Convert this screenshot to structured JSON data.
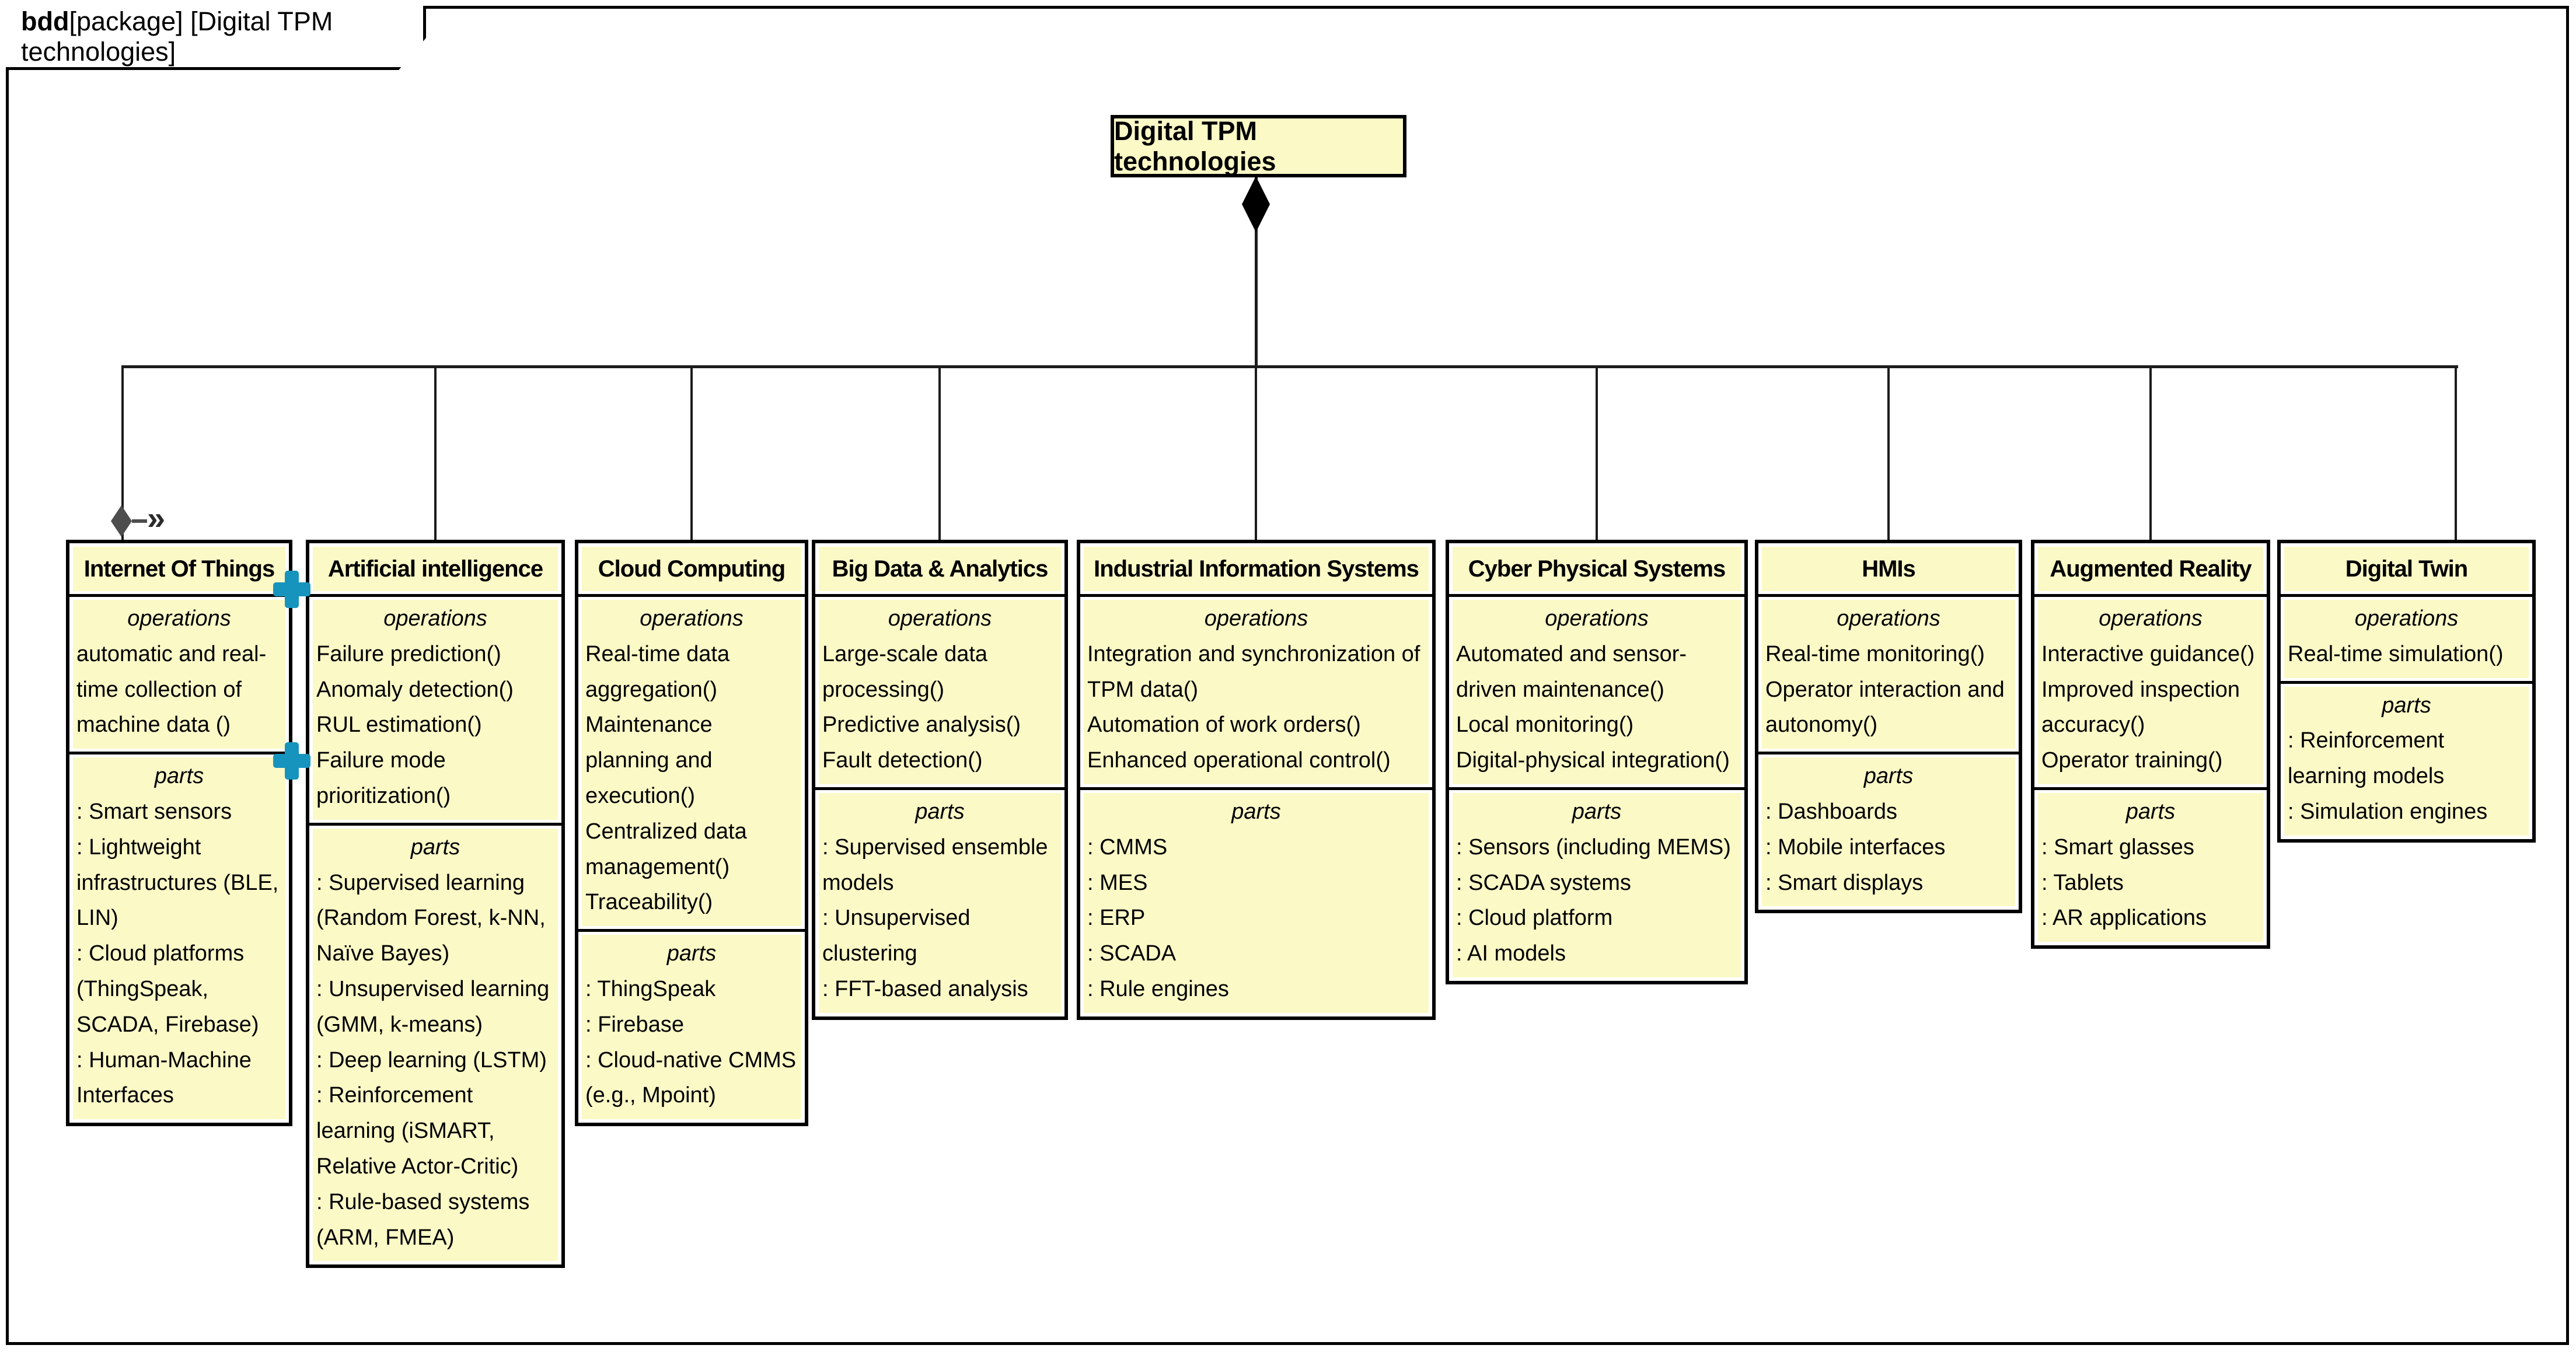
{
  "frame": {
    "keyword": "bdd",
    "kind": "[package]",
    "name": "[Digital TPM technologies]"
  },
  "root": {
    "title": "Digital TPM technologies"
  },
  "section_labels": {
    "operations": "operations",
    "parts": "parts"
  },
  "icons": {
    "composition-diamond": "filled diamond",
    "shared-aggregation-diamond": "gray diamond",
    "navigable-arrow": "»",
    "expand-plus": "+"
  },
  "colors": {
    "block_fill": "#FBF9C6",
    "border": "#000000",
    "connector": "#1c1c1c",
    "teal_plus": "#1794BE",
    "gray_marker": "#4d4d4d"
  },
  "blocks": [
    {
      "name": "Internet Of Things",
      "operations": [
        "automatic and real-time collection of machine data ()"
      ],
      "parts": [
        ": Smart sensors",
        ": Lightweight infrastructures (BLE, LIN)",
        ": Cloud platforms (ThingSpeak, SCADA, Firebase)",
        ": Human-Machine Interfaces"
      ]
    },
    {
      "name": "Artificial intelligence",
      "operations": [
        "Failure prediction()",
        "Anomaly detection()",
        "RUL estimation()",
        "Failure mode prioritization()"
      ],
      "parts": [
        ": Supervised learning (Random Forest, k-NN, Naïve Bayes)",
        ": Unsupervised learning (GMM, k-means)",
        ": Deep learning (LSTM)",
        ": Reinforcement learning (iSMART, Relative Actor-Critic)",
        ": Rule-based systems (ARM, FMEA)"
      ]
    },
    {
      "name": "Cloud Computing",
      "operations": [
        "Real-time data aggregation()",
        "Maintenance planning and execution()",
        "Centralized data management()",
        "Traceability()"
      ],
      "parts": [
        ": ThingSpeak",
        ": Firebase",
        ": Cloud-native CMMS (e.g., Mpoint)"
      ]
    },
    {
      "name": "Big Data & Analytics",
      "operations": [
        "Large-scale data processing()",
        "Predictive analysis()",
        "Fault detection()"
      ],
      "parts": [
        ": Supervised ensemble models",
        ": Unsupervised clustering",
        ": FFT-based analysis"
      ]
    },
    {
      "name": "Industrial Information Systems",
      "operations": [
        "Integration and synchronization of TPM data()",
        "Automation of work orders()",
        "Enhanced operational control()"
      ],
      "parts": [
        ": CMMS",
        ": MES",
        ": ERP",
        ": SCADA",
        ": Rule engines"
      ]
    },
    {
      "name": "Cyber Physical Systems",
      "operations": [
        "Automated and sensor-driven maintenance()",
        "Local monitoring()",
        "Digital-physical integration()"
      ],
      "parts": [
        ": Sensors (including MEMS)",
        ": SCADA systems",
        ": Cloud platform",
        ": AI models"
      ]
    },
    {
      "name": "HMIs",
      "operations": [
        "Real-time monitoring()",
        "Operator interaction and autonomy()"
      ],
      "parts": [
        ": Dashboards",
        ": Mobile interfaces",
        ": Smart displays"
      ]
    },
    {
      "name": "Augmented Reality",
      "operations": [
        "Interactive guidance()",
        "Improved inspection accuracy()",
        "Operator training()"
      ],
      "parts": [
        ": Smart glasses",
        ": Tablets",
        ": AR applications"
      ]
    },
    {
      "name": "Digital Twin",
      "operations": [
        "Real-time simulation()"
      ],
      "parts": [
        ": Reinforcement learning models",
        ": Simulation engines"
      ]
    }
  ]
}
